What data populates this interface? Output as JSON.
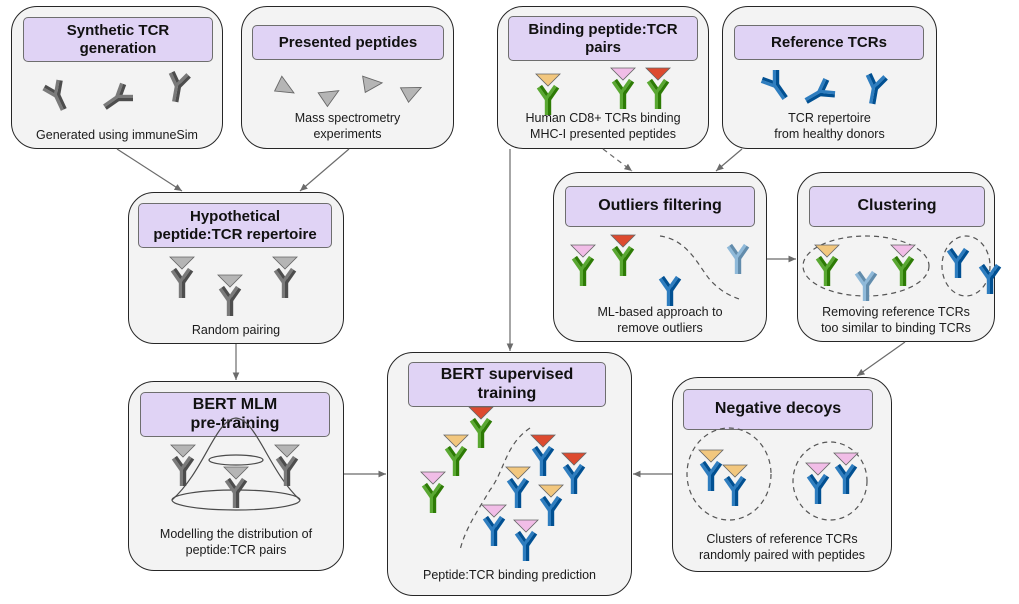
{
  "boxes": {
    "synthetic": {
      "title": "Synthetic TCR\ngeneration",
      "caption": "Generated using immuneSim"
    },
    "presented": {
      "title": "Presented peptides",
      "caption": "Mass spectrometry\nexperiments"
    },
    "binding": {
      "title": "Binding peptide:TCR\npairs",
      "caption": "Human CD8+ TCRs binding\nMHC-I presented peptides"
    },
    "reference": {
      "title": "Reference TCRs",
      "caption": "TCR repertoire\nfrom healthy donors"
    },
    "hypothetical": {
      "title": "Hypothetical\npeptide:TCR repertoire",
      "caption": "Random pairing"
    },
    "outliers": {
      "title": "Outliers filtering",
      "caption": "ML-based approach to\nremove outliers"
    },
    "clustering": {
      "title": "Clustering",
      "caption": "Removing reference TCRs\ntoo similar to binding TCRs"
    },
    "bert_mlm": {
      "title": "BERT MLM\npre-training",
      "caption": "Modelling the distribution of\npeptide:TCR pairs"
    },
    "bert_sup": {
      "title": "BERT supervised\ntraining",
      "caption": "Peptide:TCR binding prediction"
    },
    "decoys": {
      "title": "Negative decoys",
      "caption": "Clusters of reference TCRs\nrandomly paired with peptides"
    }
  },
  "colors": {
    "box_fill": "#f3f3f3",
    "title_fill": "#e0d3f5",
    "gray_tcr": "#7a7a7a",
    "green_tcr": "#5aa832",
    "blue_tcr": "#2e7dbf",
    "light_blue_tcr": "#8fb9d9",
    "peptide_yellow": "#f2c77e",
    "peptide_pink": "#f1bde7",
    "peptide_red": "#dd4a2f",
    "peptide_gray": "#b5b5b5"
  },
  "icons": [
    "tcr-icon",
    "peptide-icon",
    "bell-curve-icon",
    "dashed-cluster-icon",
    "arrow-icon"
  ]
}
